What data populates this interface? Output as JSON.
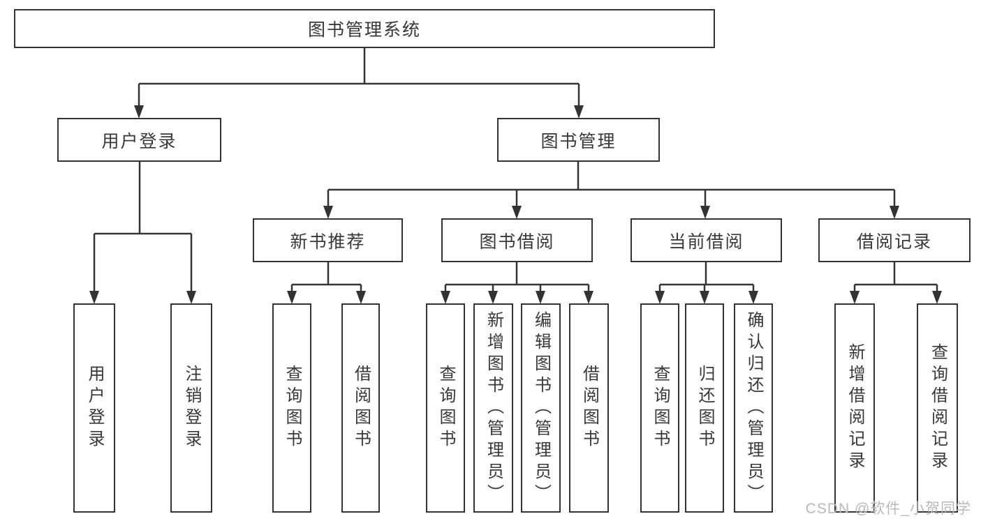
{
  "colors": {
    "line": "#333333",
    "text": "#383838",
    "box_bg": "#ffffff",
    "background": "#ffffff",
    "watermark": "#b9b9b9"
  },
  "watermark": {
    "text": "CSDN @软件_小贺同学"
  },
  "tree": {
    "root": {
      "label": "图书管理系统"
    },
    "level2": [
      {
        "id": "user-login",
        "label": "用户登录",
        "parent": "图书管理系统"
      },
      {
        "id": "book-management",
        "label": "图书管理",
        "parent": "图书管理系统"
      }
    ],
    "level3": [
      {
        "id": "new-book-recommend",
        "label": "新书推荐",
        "parent": "图书管理"
      },
      {
        "id": "book-borrowing",
        "label": "图书借阅",
        "parent": "图书管理"
      },
      {
        "id": "current-borrowing",
        "label": "当前借阅",
        "parent": "图书管理"
      },
      {
        "id": "borrowing-records",
        "label": "借阅记录",
        "parent": "图书管理"
      }
    ],
    "leaves": [
      {
        "label": "用户登录",
        "parent": "用户登录"
      },
      {
        "label": "注销登录",
        "parent": "用户登录"
      },
      {
        "label": "查询图书",
        "parent": "新书推荐"
      },
      {
        "label": "借阅图书",
        "parent": "新书推荐"
      },
      {
        "label": "查询图书",
        "parent": "图书借阅"
      },
      {
        "label": "新增图书（管理员）",
        "parent": "图书借阅"
      },
      {
        "label": "编辑图书（管理员）",
        "parent": "图书借阅"
      },
      {
        "label": "借阅图书",
        "parent": "图书借阅"
      },
      {
        "label": "查询图书",
        "parent": "当前借阅"
      },
      {
        "label": "归还图书",
        "parent": "当前借阅"
      },
      {
        "label": "确认归还（管理员）",
        "parent": "当前借阅"
      },
      {
        "label": "新增借阅记录",
        "parent": "借阅记录"
      },
      {
        "label": "查询借阅记录",
        "parent": "借阅记录"
      }
    ]
  }
}
